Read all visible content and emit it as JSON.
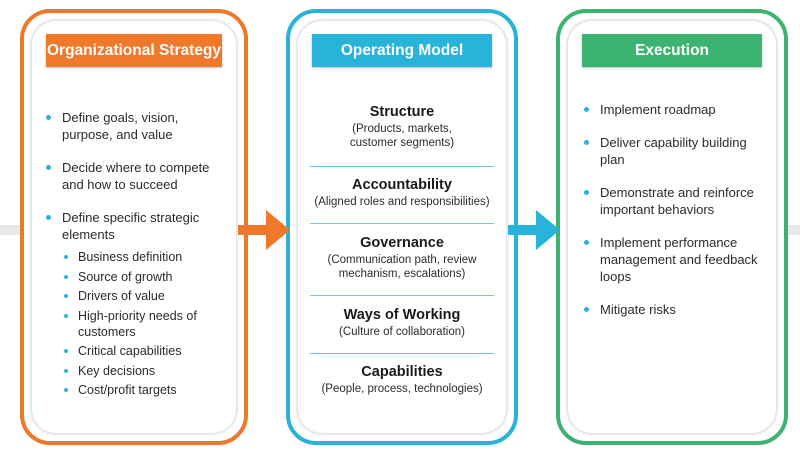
{
  "strategy": {
    "title": "Organizational Strategy",
    "items": [
      "Define goals, vision, purpose, and value",
      "Decide where to compete and how to succeed",
      "Define specific strategic elements"
    ],
    "subitems": [
      "Business definition",
      "Source of growth",
      "Drivers of value",
      "High-priority needs of customers",
      "Critical capabilities",
      "Key decisions",
      "Cost/profit targets"
    ]
  },
  "operating_model": {
    "title": "Operating Model",
    "sections": [
      {
        "title": "Structure",
        "desc": "(Products, markets, customer segments)"
      },
      {
        "title": "Accountability",
        "desc": "(Aligned roles and responsibilities)"
      },
      {
        "title": "Governance",
        "desc": "(Communication path, review mechanism, escalations)"
      },
      {
        "title": "Ways of Working",
        "desc": "(Culture of collaboration)"
      },
      {
        "title": "Capabilities",
        "desc": "(People, process, technologies)"
      }
    ]
  },
  "execution": {
    "title": "Execution",
    "items": [
      "Implement roadmap",
      "Deliver capability building plan",
      "Demonstrate  and reinforce important behaviors",
      "Implement performance management and feedback loops",
      "Mitigate risks"
    ]
  },
  "colors": {
    "strategy": "#f0782a",
    "operating_model": "#28b4d8",
    "execution": "#3cb370",
    "bullet": "#28b4d8"
  }
}
